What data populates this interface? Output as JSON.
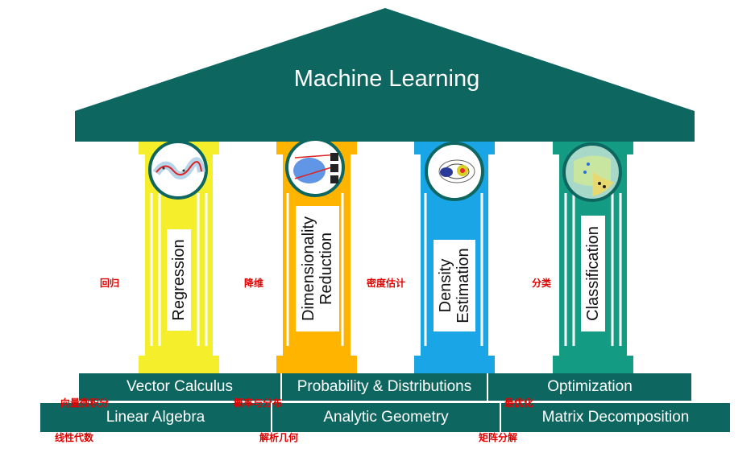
{
  "roof": {
    "title": "Machine Learning"
  },
  "pillars": [
    {
      "label_lines": [
        "Regression"
      ],
      "cn": "回归",
      "color": "#f4ef2a",
      "icon": "regression-plot-icon"
    },
    {
      "label_lines": [
        "Dimensionality",
        "Reduction"
      ],
      "cn": "降维",
      "color": "#ffb400",
      "icon": "scatter-plot-icon"
    },
    {
      "label_lines": [
        "Density",
        "Estimation"
      ],
      "cn": "密度估计",
      "color": "#1aa5e6",
      "icon": "contour-plot-icon"
    },
    {
      "label_lines": [
        "Classification"
      ],
      "cn": "分类",
      "color": "#149b84",
      "icon": "decision-boundary-icon"
    }
  ],
  "foundation_top": [
    {
      "label": "Vector Calculus",
      "cn": "向量微积分"
    },
    {
      "label": "Probability & Distributions",
      "cn": "概率与分布"
    },
    {
      "label": "Optimization",
      "cn": "最优化"
    }
  ],
  "foundation_bottom": [
    {
      "label": "Linear Algebra",
      "cn": "线性代数"
    },
    {
      "label": "Analytic Geometry",
      "cn": "解析几何"
    },
    {
      "label": "Matrix Decomposition",
      "cn": "矩阵分解"
    }
  ],
  "colors": {
    "structure": "#0e6660",
    "annotation": "#e00000"
  }
}
